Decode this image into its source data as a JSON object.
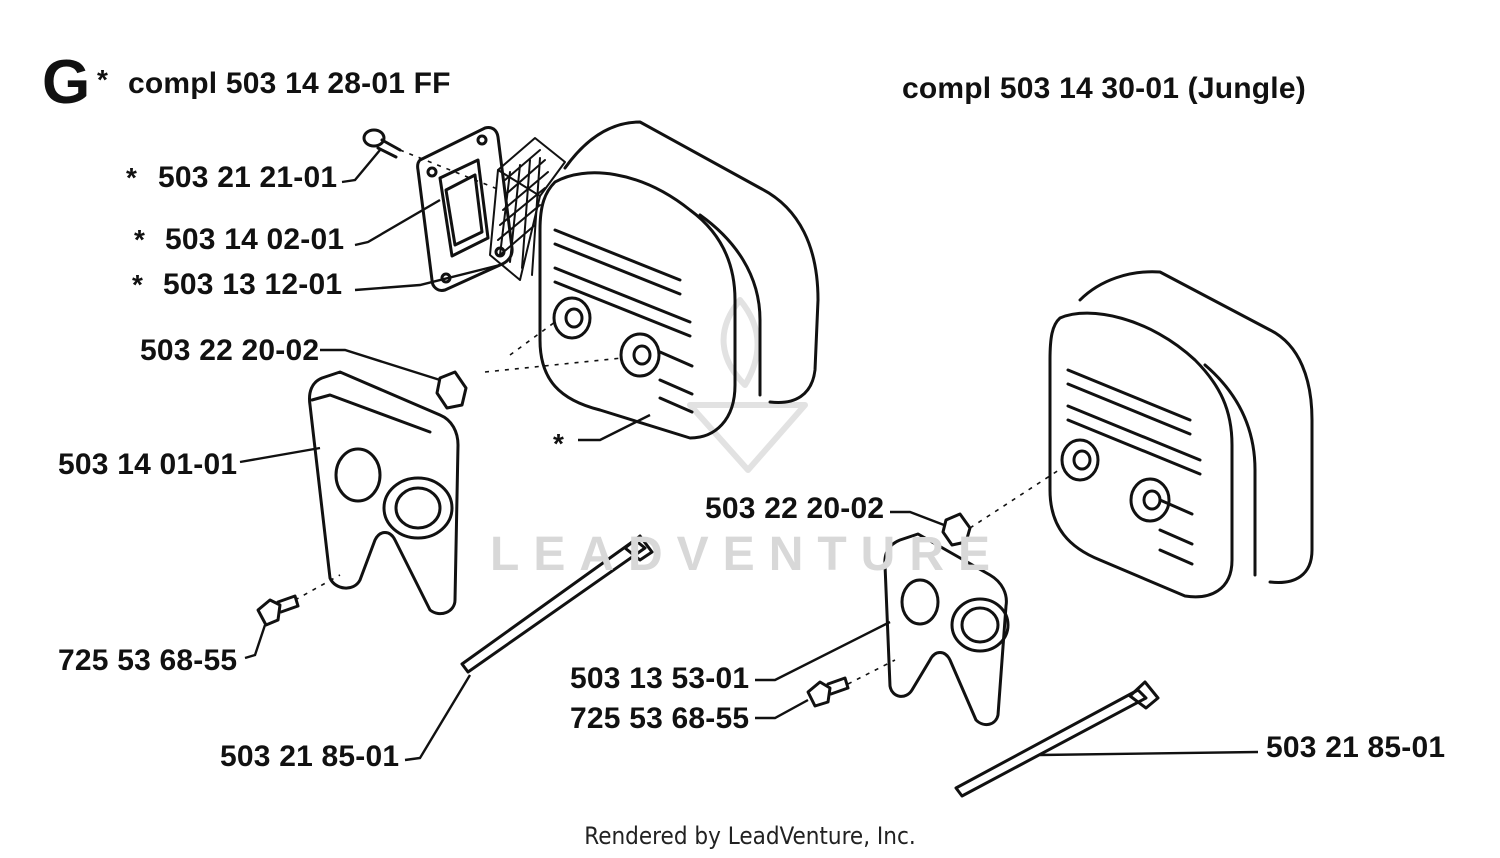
{
  "section_letter": "G",
  "section_star": "*",
  "assembly_left": "compl 503 14 28-01 FF",
  "assembly_right": "compl 503 14 30-01 (Jungle)",
  "watermark": "LEADVENTURE",
  "footer": "Rendered by LeadVenture, Inc.",
  "parts": {
    "screw_top": "503 21 21-01",
    "cover_plate": "503 14 02-01",
    "spark_screen": "503 13 12-01",
    "nut_left": "503 22 20-02",
    "gasket_left": "503 14 01-01",
    "screw_left": "725 53 68-55",
    "bolt_left": "503 21 85-01",
    "nut_right": "503 22 20-02",
    "gasket_right": "503 13 53-01",
    "screw_right": "725 53 68-55",
    "bolt_right": "503 21 85-01"
  },
  "star": "*"
}
